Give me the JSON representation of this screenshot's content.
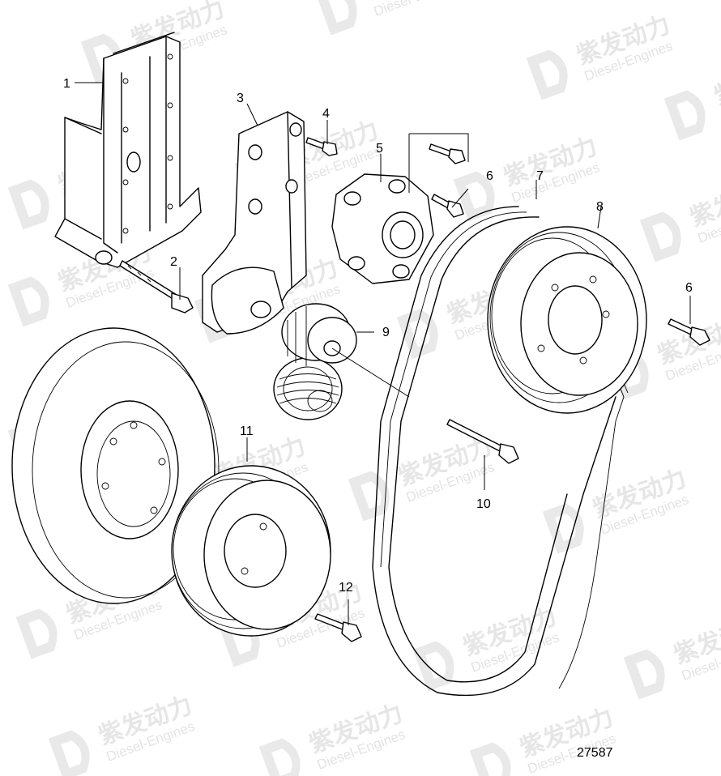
{
  "diagram": {
    "document_number": "27587",
    "callouts": [
      "1",
      "2",
      "3",
      "4",
      "5",
      "6",
      "6",
      "7",
      "8",
      "9",
      "10",
      "11",
      "12"
    ]
  },
  "watermark": {
    "brand_cn": "紫发动力",
    "brand_en": "Diesel-Engines",
    "color": "#c9c9c9"
  }
}
